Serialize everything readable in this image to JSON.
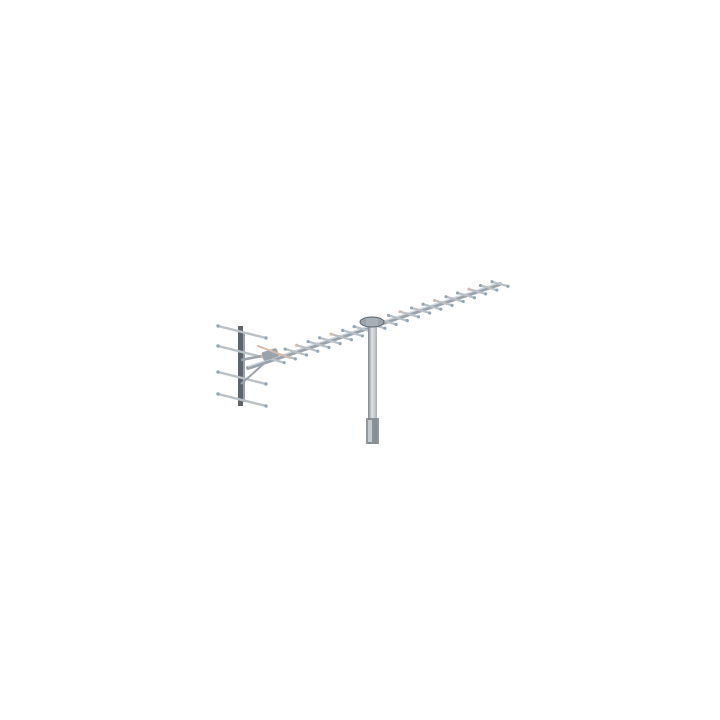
{
  "image": {
    "subject_icon": "tv-antenna-icon",
    "background_color": "#ffffff",
    "colors": {
      "boom": "#9aa3ab",
      "boom_highlight": "#d5dbe0",
      "element": "#b9c0c6",
      "element_tip": "#8fa7b8",
      "element_warm": "#d9b9a6",
      "reflector_frame": "#5d646b",
      "mast": "#a8b0b7",
      "mast_highlight": "#dfe4e8",
      "mast_base": "#7e868d"
    },
    "parts": [
      "reflector-array",
      "boom",
      "director-elements",
      "dipole-feed",
      "mast-clamp",
      "mast"
    ]
  }
}
